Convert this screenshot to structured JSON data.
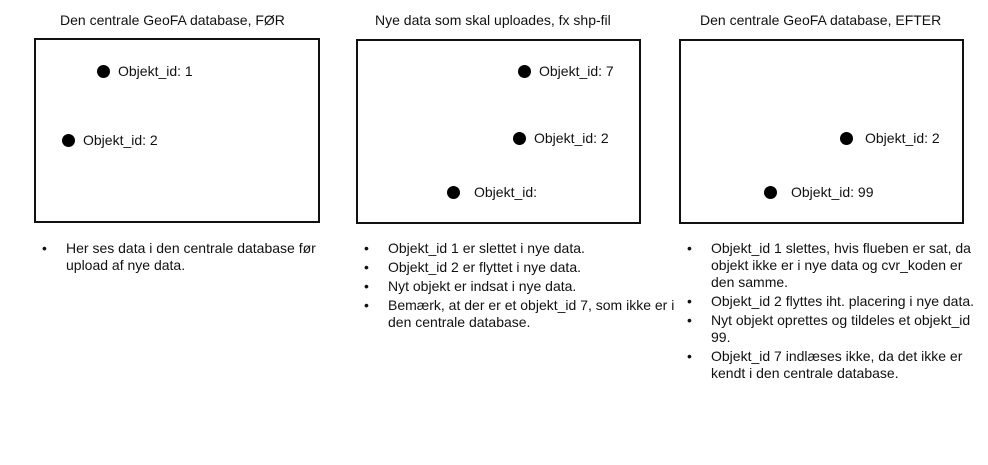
{
  "panels": [
    {
      "title": "Den centrale GeoFA database, FØR",
      "points": [
        {
          "label": "Objekt_id: 1"
        },
        {
          "label": "Objekt_id: 2"
        }
      ],
      "notes": [
        "Her ses data i den centrale database før upload af nye data."
      ]
    },
    {
      "title": "Nye data som skal uploades, fx shp-fil",
      "points": [
        {
          "label": "Objekt_id: 7"
        },
        {
          "label": "Objekt_id: 2"
        },
        {
          "label": "Objekt_id:"
        }
      ],
      "notes": [
        "Objekt_id 1 er slettet i nye data.",
        "Objekt_id 2 er flyttet i nye data.",
        "Nyt objekt er indsat i nye data.",
        "Bemærk, at der er et objekt_id 7, som ikke er i den centrale database."
      ]
    },
    {
      "title": "Den centrale GeoFA database, EFTER",
      "points": [
        {
          "label": "Objekt_id: 2"
        },
        {
          "label": "Objekt_id: 99"
        }
      ],
      "notes": [
        "Objekt_id 1 slettes, hvis flueben er sat, da objekt ikke er i nye data og cvr_koden er den samme.",
        "Objekt_id 2 flyttes iht. placering i nye data.",
        "Nyt objekt oprettes og tildeles et objekt_id 99.",
        "Objekt_id 7 indlæses ikke, da det ikke er kendt i den centrale database."
      ]
    }
  ]
}
